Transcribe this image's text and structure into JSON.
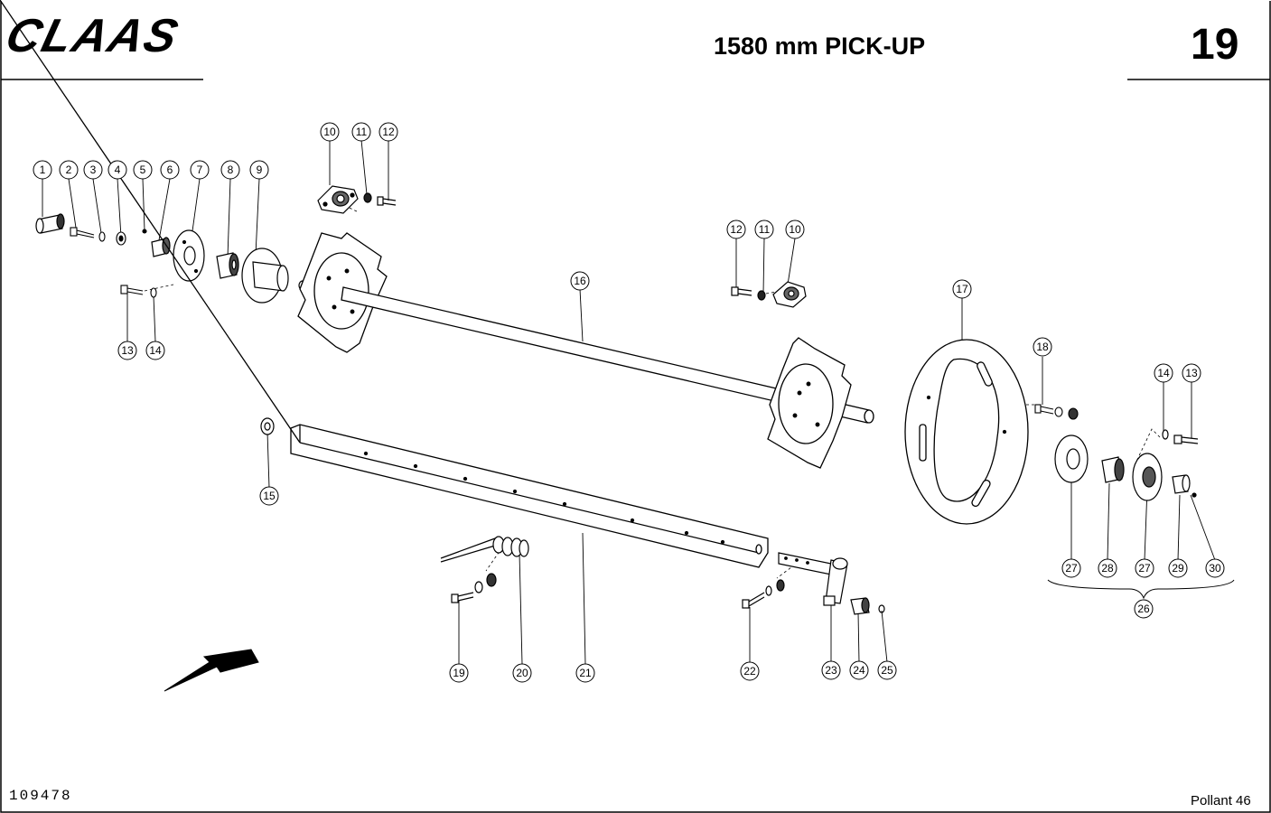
{
  "header": {
    "brand": "CLAAS",
    "title": "1580 mm PICK-UP",
    "page_number": "19"
  },
  "footer": {
    "drawing_number": "109478",
    "model": "Pollant 46"
  },
  "callouts": [
    "1",
    "2",
    "3",
    "4",
    "5",
    "6",
    "7",
    "8",
    "9",
    "10",
    "11",
    "12",
    "13",
    "14",
    "10",
    "11",
    "12",
    "13",
    "14",
    "15",
    "16",
    "17",
    "18",
    "19",
    "20",
    "21",
    "22",
    "23",
    "24",
    "25",
    "26",
    "27",
    "27",
    "28",
    "29",
    "30"
  ],
  "icons": {
    "direction": "direction-arrow-icon"
  }
}
